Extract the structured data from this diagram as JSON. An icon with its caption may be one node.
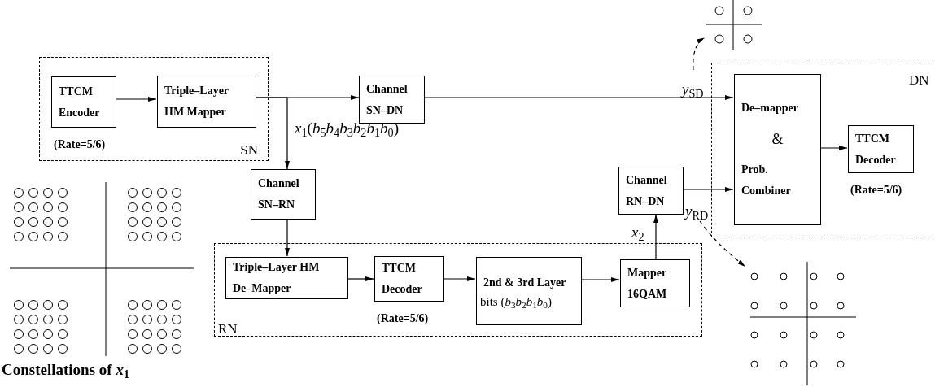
{
  "diagram": {
    "nodes": [
      {
        "text": [
          "SN"
        ]
      },
      {
        "text": [
          "TTCM Encoder"
        ],
        "in": 0,
        "beside": [
          "(Rate=5/6)"
        ]
      },
      {
        "text": [
          "Triple–Layer HM Mapper"
        ],
        "in": 0
      },
      {
        "text": [
          "Channel SN–DN"
        ]
      },
      {
        "text": [
          "Channel SN–RN"
        ]
      },
      {
        "text": [
          "RN"
        ]
      },
      {
        "text": [
          "Triple–Layer HM De–Mapper"
        ],
        "in": 5
      },
      {
        "text": [
          "TTCM Decoder"
        ],
        "in": 5,
        "beside": [
          "(Rate=5/6)"
        ]
      },
      {
        "text": [
          "2nd & 3rd Layer",
          "bits (*b*$_{3}$*b*$_{2}$*b*$_{1}$*b*$_{0}$)"
        ],
        "in": 5
      },
      {
        "text": [
          "Mapper 16QAM"
        ],
        "in": 5
      },
      {
        "text": [
          "Channel RN–DN"
        ]
      },
      {
        "text": [
          "DN"
        ]
      },
      {
        "text": [
          "De–mapper",
          "&",
          "Prob. Combiner"
        ],
        "in": 11
      },
      {
        "text": [
          "TTCM Decoder"
        ],
        "in": 11,
        "beside": [
          "(Rate=5/6)"
        ]
      },
      {
        "text": [],
        "shape": "picture"
      },
      {
        "text": [],
        "shape": "picture"
      }
    ],
    "edges": [
      {
        "from": 1,
        "to": 2,
        "arrow": "to"
      },
      {
        "from": 2,
        "to": 3,
        "arrow": "to"
      },
      {
        "from": 2,
        "to": 4,
        "arrow": "to",
        "label": "*x*$_{1}$(*b*$_{5}$*b*$_{4}$*b*$_{3}$*b*$_{2}$*b*$_{1}$*b*$_{0}$)"
      },
      {
        "from": 3,
        "to": 12,
        "arrow": "to",
        "label": "*y*$_{SD}$"
      },
      {
        "from": 4,
        "to": 6,
        "arrow": "to"
      },
      {
        "from": 6,
        "to": 7,
        "arrow": "to"
      },
      {
        "from": 7,
        "to": 8,
        "arrow": "to"
      },
      {
        "from": 8,
        "to": 9,
        "arrow": "to"
      },
      {
        "from": 9,
        "to": 10,
        "arrow": "to",
        "label": "*x*$_{2}$"
      },
      {
        "from": 10,
        "to": 12,
        "arrow": "to",
        "label": "*y*$_{RD}$"
      },
      {
        "from": 12,
        "to": 13,
        "arrow": "to"
      },
      {
        "from": null,
        "to": 14,
        "arrow": "to",
        "style": "dashed"
      },
      {
        "from": null,
        "to": 15,
        "arrow": "to",
        "style": "dashed"
      }
    ],
    "labels": [
      "Constellations of *x*$_{1}$"
    ]
  }
}
